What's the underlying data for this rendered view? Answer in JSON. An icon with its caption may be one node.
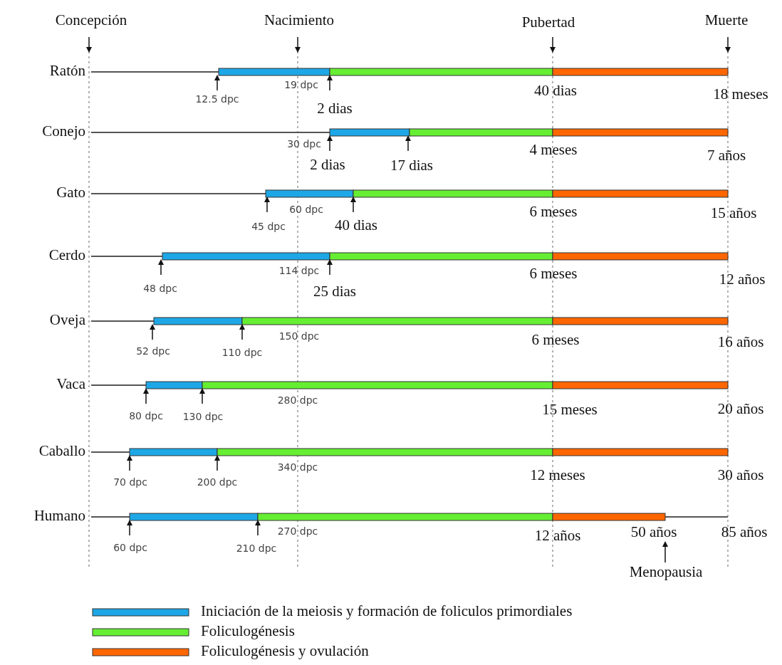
{
  "diagram": {
    "labels": [
      "Concepción",
      "Nacimiento",
      "Pubertad",
      "Muerte",
      "Ratón",
      "12.5 dpc",
      "19 dpc",
      "2 dias",
      "40 dias",
      "18 meses",
      "Conejo",
      "30 dpc",
      "2 dias",
      "17 dias",
      "4 meses",
      "7 años",
      "Gato",
      "60 dpc",
      "45 dpc",
      "40 dias",
      "6 meses",
      "15 años",
      "Cerdo",
      "114 dpc",
      "48 dpc",
      "25 dias",
      "6 meses",
      "12 años",
      "Oveja",
      "150 dpc",
      "52 dpc",
      "110 dpc",
      "6 meses",
      "16 años",
      "Vaca",
      "280 dpc",
      "80 dpc",
      "130 dpc",
      "15 meses",
      "20 años",
      "Caballo",
      "340 dpc",
      "70 dpc",
      "200 dpc",
      "12 meses",
      "30 años",
      "Humano",
      "270 dpc",
      "12 años",
      "50 años",
      "85 años",
      "60 dpc",
      "210 dpc",
      "Menopausia"
    ],
    "legend": [
      {
        "text": "Iniciación de la meiosis y formación de foliculos primordiales",
        "color": "#1ea7e6"
      },
      {
        "text": "Foliculogénesis",
        "color": "#66ee33"
      },
      {
        "text": "Foliculogénesis y ovulación",
        "color": "#ff6600"
      }
    ]
  }
}
